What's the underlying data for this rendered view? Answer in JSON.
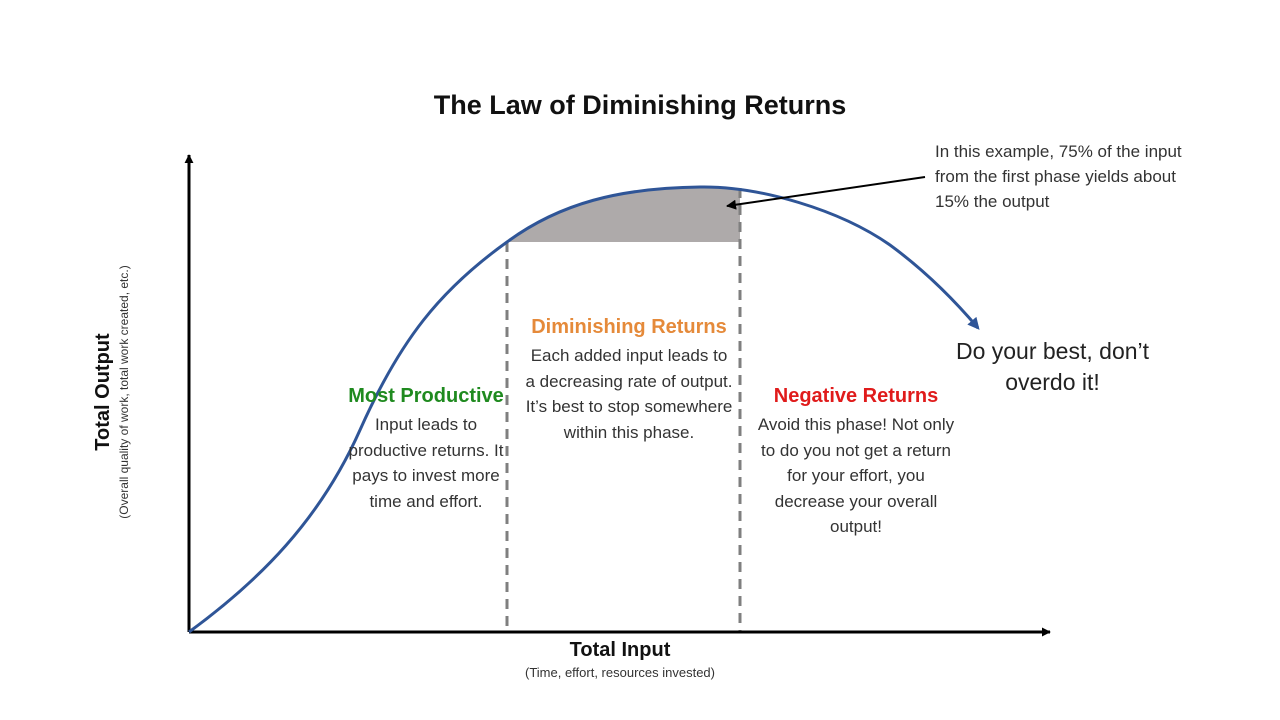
{
  "title": "The Law of Diminishing Returns",
  "callout": "In this example, 75% of the input from the first phase yields about 15% the output",
  "y_axis": {
    "label": "Total Output",
    "sublabel": "(Overall quality of work, total work created, etc.)"
  },
  "x_axis": {
    "label": "Total Input",
    "sublabel": "(Time, effort, resources invested)"
  },
  "phases": [
    {
      "heading": "Most Productive",
      "heading_color": "#1f8a1f",
      "text": "Input leads to productive returns. It pays to invest more time and effort."
    },
    {
      "heading": "Diminishing Returns",
      "heading_color": "#e58a3a",
      "text": "Each added input leads to a decreasing rate of output. It’s best to stop somewhere within this phase."
    },
    {
      "heading": "Negative Returns",
      "heading_color": "#e01b1b",
      "text": "Avoid this phase! Not only to do you not get a return for your effort, you decrease your overall output!"
    }
  ],
  "advice": "Do your best, don’t overdo it!",
  "colors": {
    "curve": "#2f5597",
    "shaded_region": "#aeaaaa",
    "axis": "#000000",
    "divider": "#7f7f7f"
  }
}
